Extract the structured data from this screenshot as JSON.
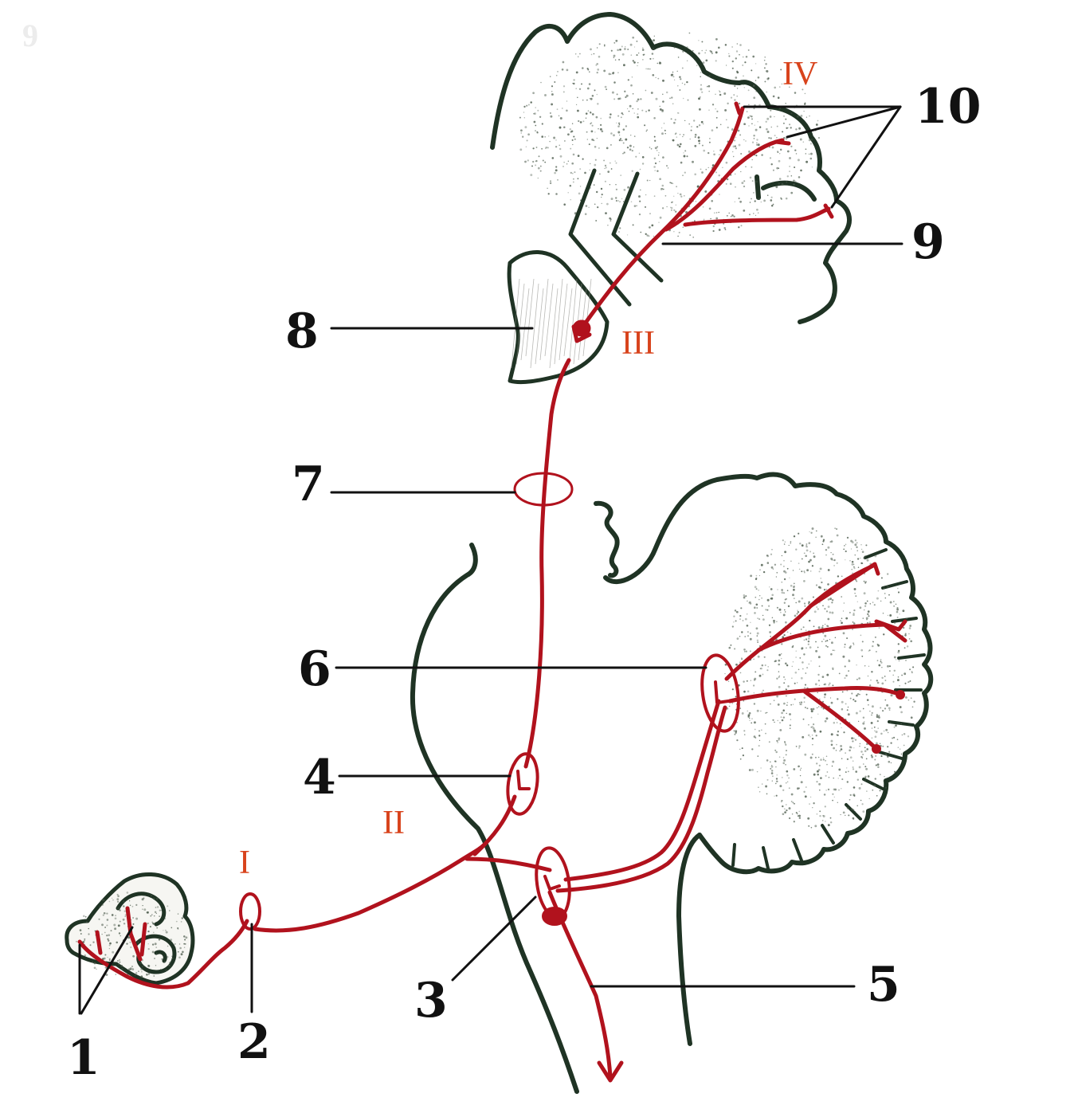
{
  "colors": {
    "ink": "#1f3324",
    "nerve": "#b1121d",
    "roman": "#d8431c",
    "label": "#111111",
    "stipple": "#4b5a4b",
    "watermark": "#ececec"
  },
  "watermark": "9",
  "numbered_labels": [
    "1",
    "2",
    "3",
    "4",
    "5",
    "6",
    "7",
    "8",
    "9",
    "10"
  ],
  "roman_labels": [
    "I",
    "II",
    "III",
    "IV"
  ]
}
